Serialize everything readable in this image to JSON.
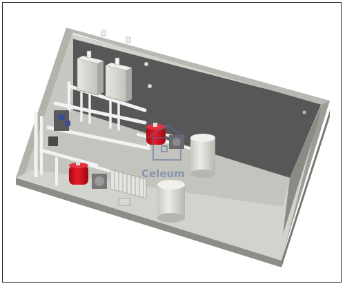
{
  "watermark": {
    "text": "Celeum",
    "icon": "house-icon",
    "color": "#5a6f9a"
  },
  "colors": {
    "room_floor": "#cfcfc9",
    "room_back_wall": "#5a5a5a",
    "room_rim": "#a9a9a3",
    "equipment_red": "#d7101f",
    "tank_grey": "#dedcd6",
    "pipe_white": "#f4f4f4"
  },
  "components": [
    {
      "name": "boiler-left"
    },
    {
      "name": "boiler-right"
    },
    {
      "name": "expansion-tank-upper"
    },
    {
      "name": "expansion-tank-lower"
    },
    {
      "name": "storage-tank-rear"
    },
    {
      "name": "storage-tank-front"
    },
    {
      "name": "radiator"
    }
  ]
}
